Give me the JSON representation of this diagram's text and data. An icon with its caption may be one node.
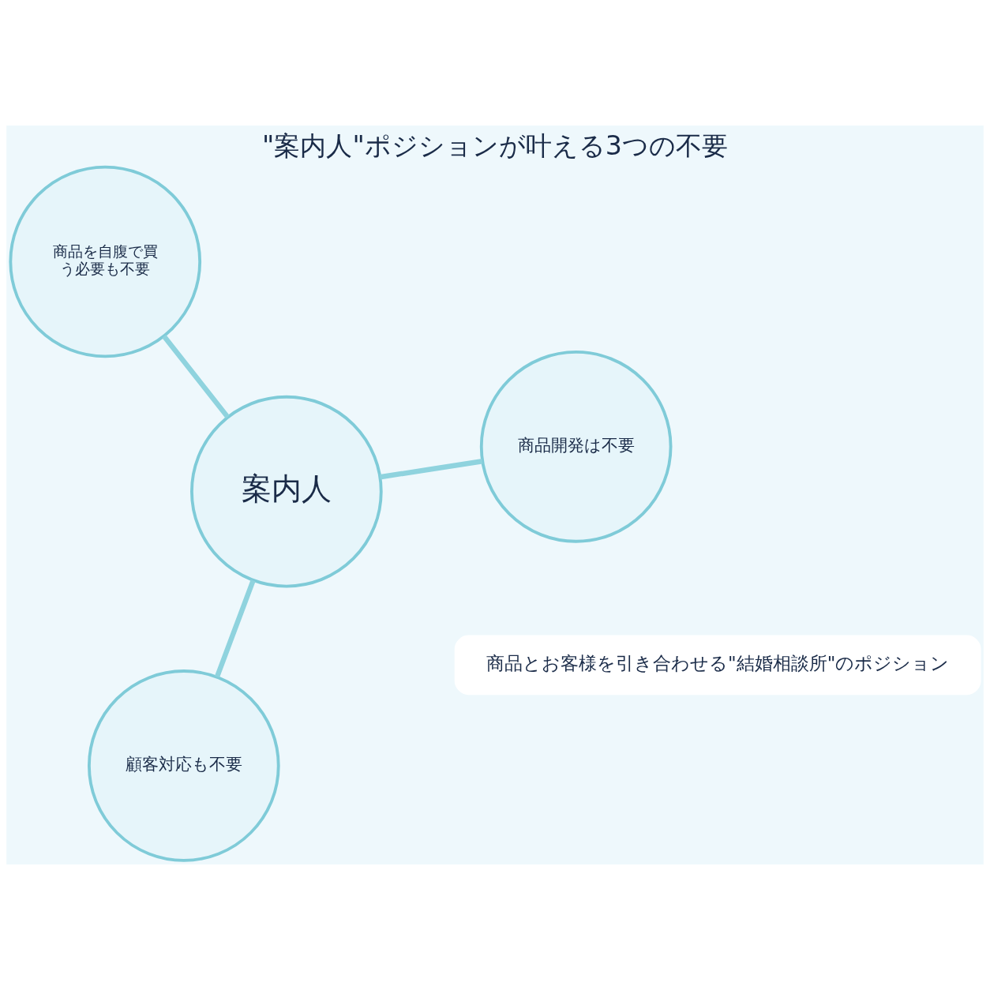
{
  "diagram": {
    "title": "\"案内人\"ポジションが叶える3つの不要",
    "nodes": [
      {
        "text": [
          "案内人"
        ]
      },
      {
        "text": [
          "商品開発は不要"
        ]
      },
      {
        "text": [
          "顧客対応も不要"
        ]
      },
      {
        "text": [
          "商品を自腹で買う必要も不要"
        ]
      },
      {
        "text": [
          "商品とお客様を引き合わせる\"結婚相談所\"のポジション"
        ]
      }
    ],
    "edges": [
      {
        "from": 0,
        "to": 1,
        "arrow": "none"
      },
      {
        "from": 0,
        "to": 2,
        "arrow": "none"
      },
      {
        "from": 0,
        "to": 3,
        "arrow": "none"
      }
    ]
  }
}
